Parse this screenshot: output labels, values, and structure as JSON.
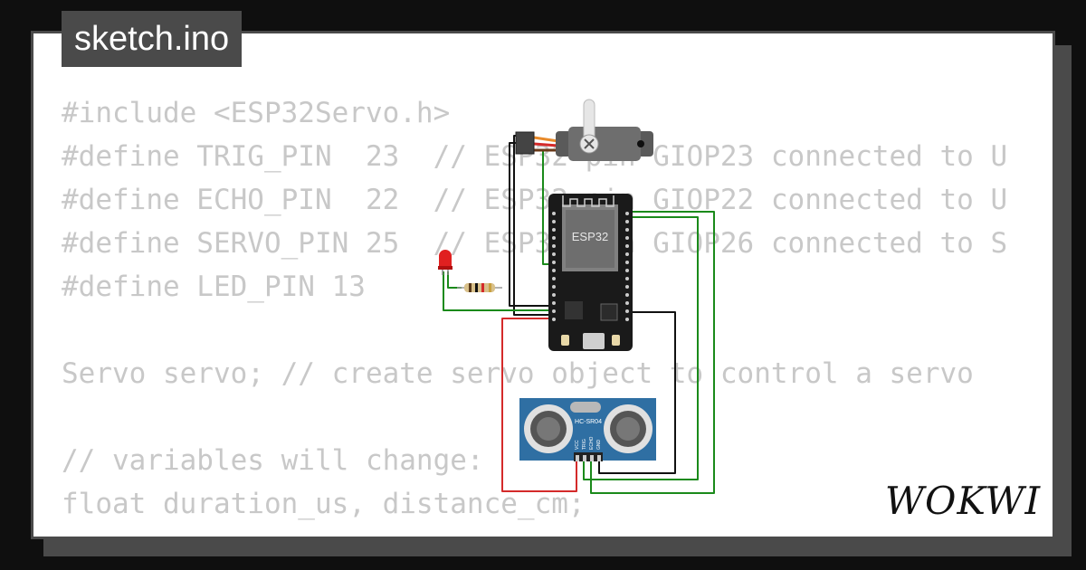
{
  "file_tab": {
    "label": "sketch.ino"
  },
  "code_lines": [
    "#include <ESP32Servo.h>",
    "#define TRIG_PIN  23  // ESP32 pin GIOP23 connected to U",
    "#define ECHO_PIN  22  // ESP32 pin GIOP22 connected to U",
    "#define SERVO_PIN 25  // ESP32 pin GIOP26 connected to S",
    "#define LED_PIN 13",
    "",
    "Servo servo; // create servo object to control a servo",
    "",
    "// variables will change:",
    "float duration_us, distance_cm;"
  ],
  "board": {
    "label": "ESP32"
  },
  "sensor": {
    "label": "HC-SR04",
    "pins": [
      "VCC",
      "TRIG",
      "ECHO",
      "GND"
    ]
  },
  "brand": {
    "name": "WOKWI"
  },
  "colors": {
    "background": "#0f0f0f",
    "frame": "#4a4a4a",
    "code_text": "#c8c8c8",
    "wire_green": "#1a8a1a",
    "wire_red": "#d42a2a",
    "wire_black": "#111111",
    "sensor_blue": "#2f6fa3"
  }
}
